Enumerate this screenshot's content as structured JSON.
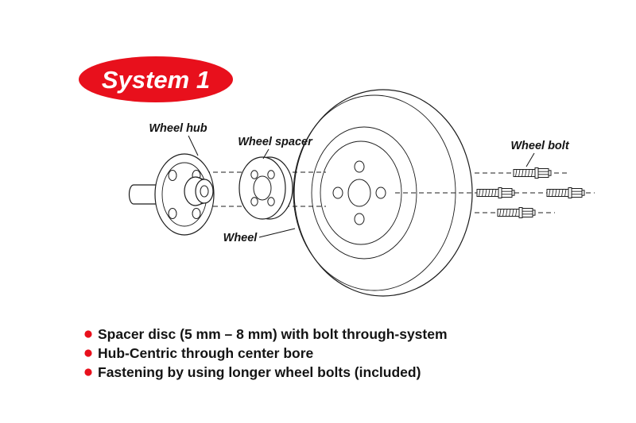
{
  "colors": {
    "accent": "#e8101c"
  },
  "badge": {
    "label": "System 1"
  },
  "diagram": {
    "labels": {
      "wheel_hub": "Wheel hub",
      "wheel_spacer": "Wheel spacer",
      "wheel": "Wheel",
      "wheel_bolt": "Wheel bolt"
    }
  },
  "bullets": {
    "items": [
      "Spacer disc (5 mm – 8 mm) with bolt through-system",
      "Hub-Centric through center bore",
      "Fastening by using longer wheel bolts (included)"
    ]
  }
}
